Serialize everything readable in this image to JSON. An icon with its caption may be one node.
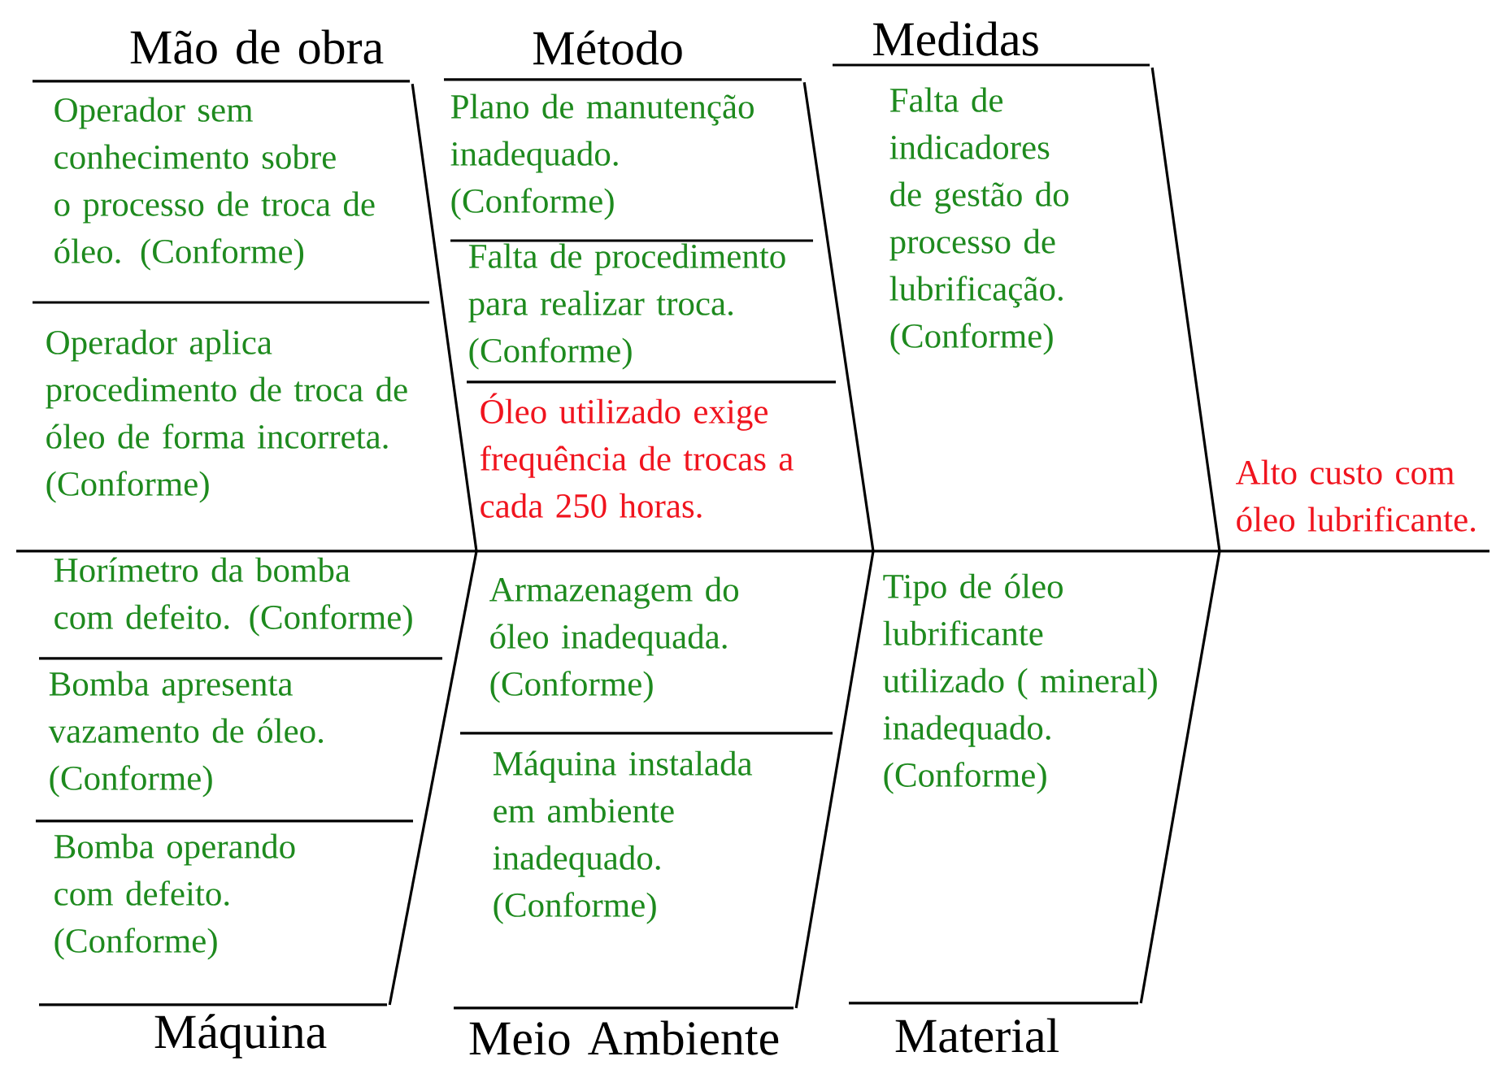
{
  "diagram": {
    "nodes": [
      {
        "text": [
          "Mão de obra"
        ]
      },
      {
        "text": [
          "Operador sem conhecimento sobre o processo de troca de óleo. (Conforme)"
        ]
      },
      {
        "text": [
          "Operador aplica procedimento de troca de óleo de forma incorreta. (Conforme)"
        ]
      },
      {
        "text": [
          "Método"
        ]
      },
      {
        "text": [
          "Plano de manutenção inadequado. (Conforme)"
        ]
      },
      {
        "text": [
          "Falta de procedimento para realizar troca. (Conforme)"
        ]
      },
      {
        "text": [
          "Óleo utilizado exige frequência de trocas a cada 250 horas."
        ]
      },
      {
        "text": [
          "Medidas"
        ]
      },
      {
        "text": [
          "Falta de indicadores de gestão do processo de lubrificação. (Conforme)"
        ]
      },
      {
        "text": [],
        "shape": "bar"
      },
      {
        "text": [
          "Alto custo com óleo lubrificante."
        ]
      },
      {
        "text": [
          "Máquina"
        ]
      },
      {
        "text": [
          "Horímetro da bomba com defeito. (Conforme)"
        ]
      },
      {
        "text": [
          "Bomba apresenta vazamento de óleo. (Conforme)"
        ]
      },
      {
        "text": [
          "Bomba operando com defeito. (Conforme)"
        ]
      },
      {
        "text": [
          "Meio Ambiente"
        ]
      },
      {
        "text": [
          "Armazenagem do óleo inadequada. (Conforme)"
        ]
      },
      {
        "text": [
          "Máquina instalada em ambiente inadequado. (Conforme)"
        ]
      },
      {
        "text": [
          "Material"
        ]
      },
      {
        "text": [
          "Tipo de óleo lubrificante utilizado ( mineral) inadequado. (Conforme)"
        ]
      }
    ],
    "edges": [
      {
        "from": 0,
        "to": 9,
        "arrow": "none"
      },
      {
        "from": 3,
        "to": 9,
        "arrow": "none"
      },
      {
        "from": 7,
        "to": 9,
        "arrow": "none"
      },
      {
        "from": 11,
        "to": 9,
        "arrow": "none"
      },
      {
        "from": 15,
        "to": 9,
        "arrow": "none"
      },
      {
        "from": 18,
        "to": 9,
        "arrow": "none"
      }
    ]
  }
}
